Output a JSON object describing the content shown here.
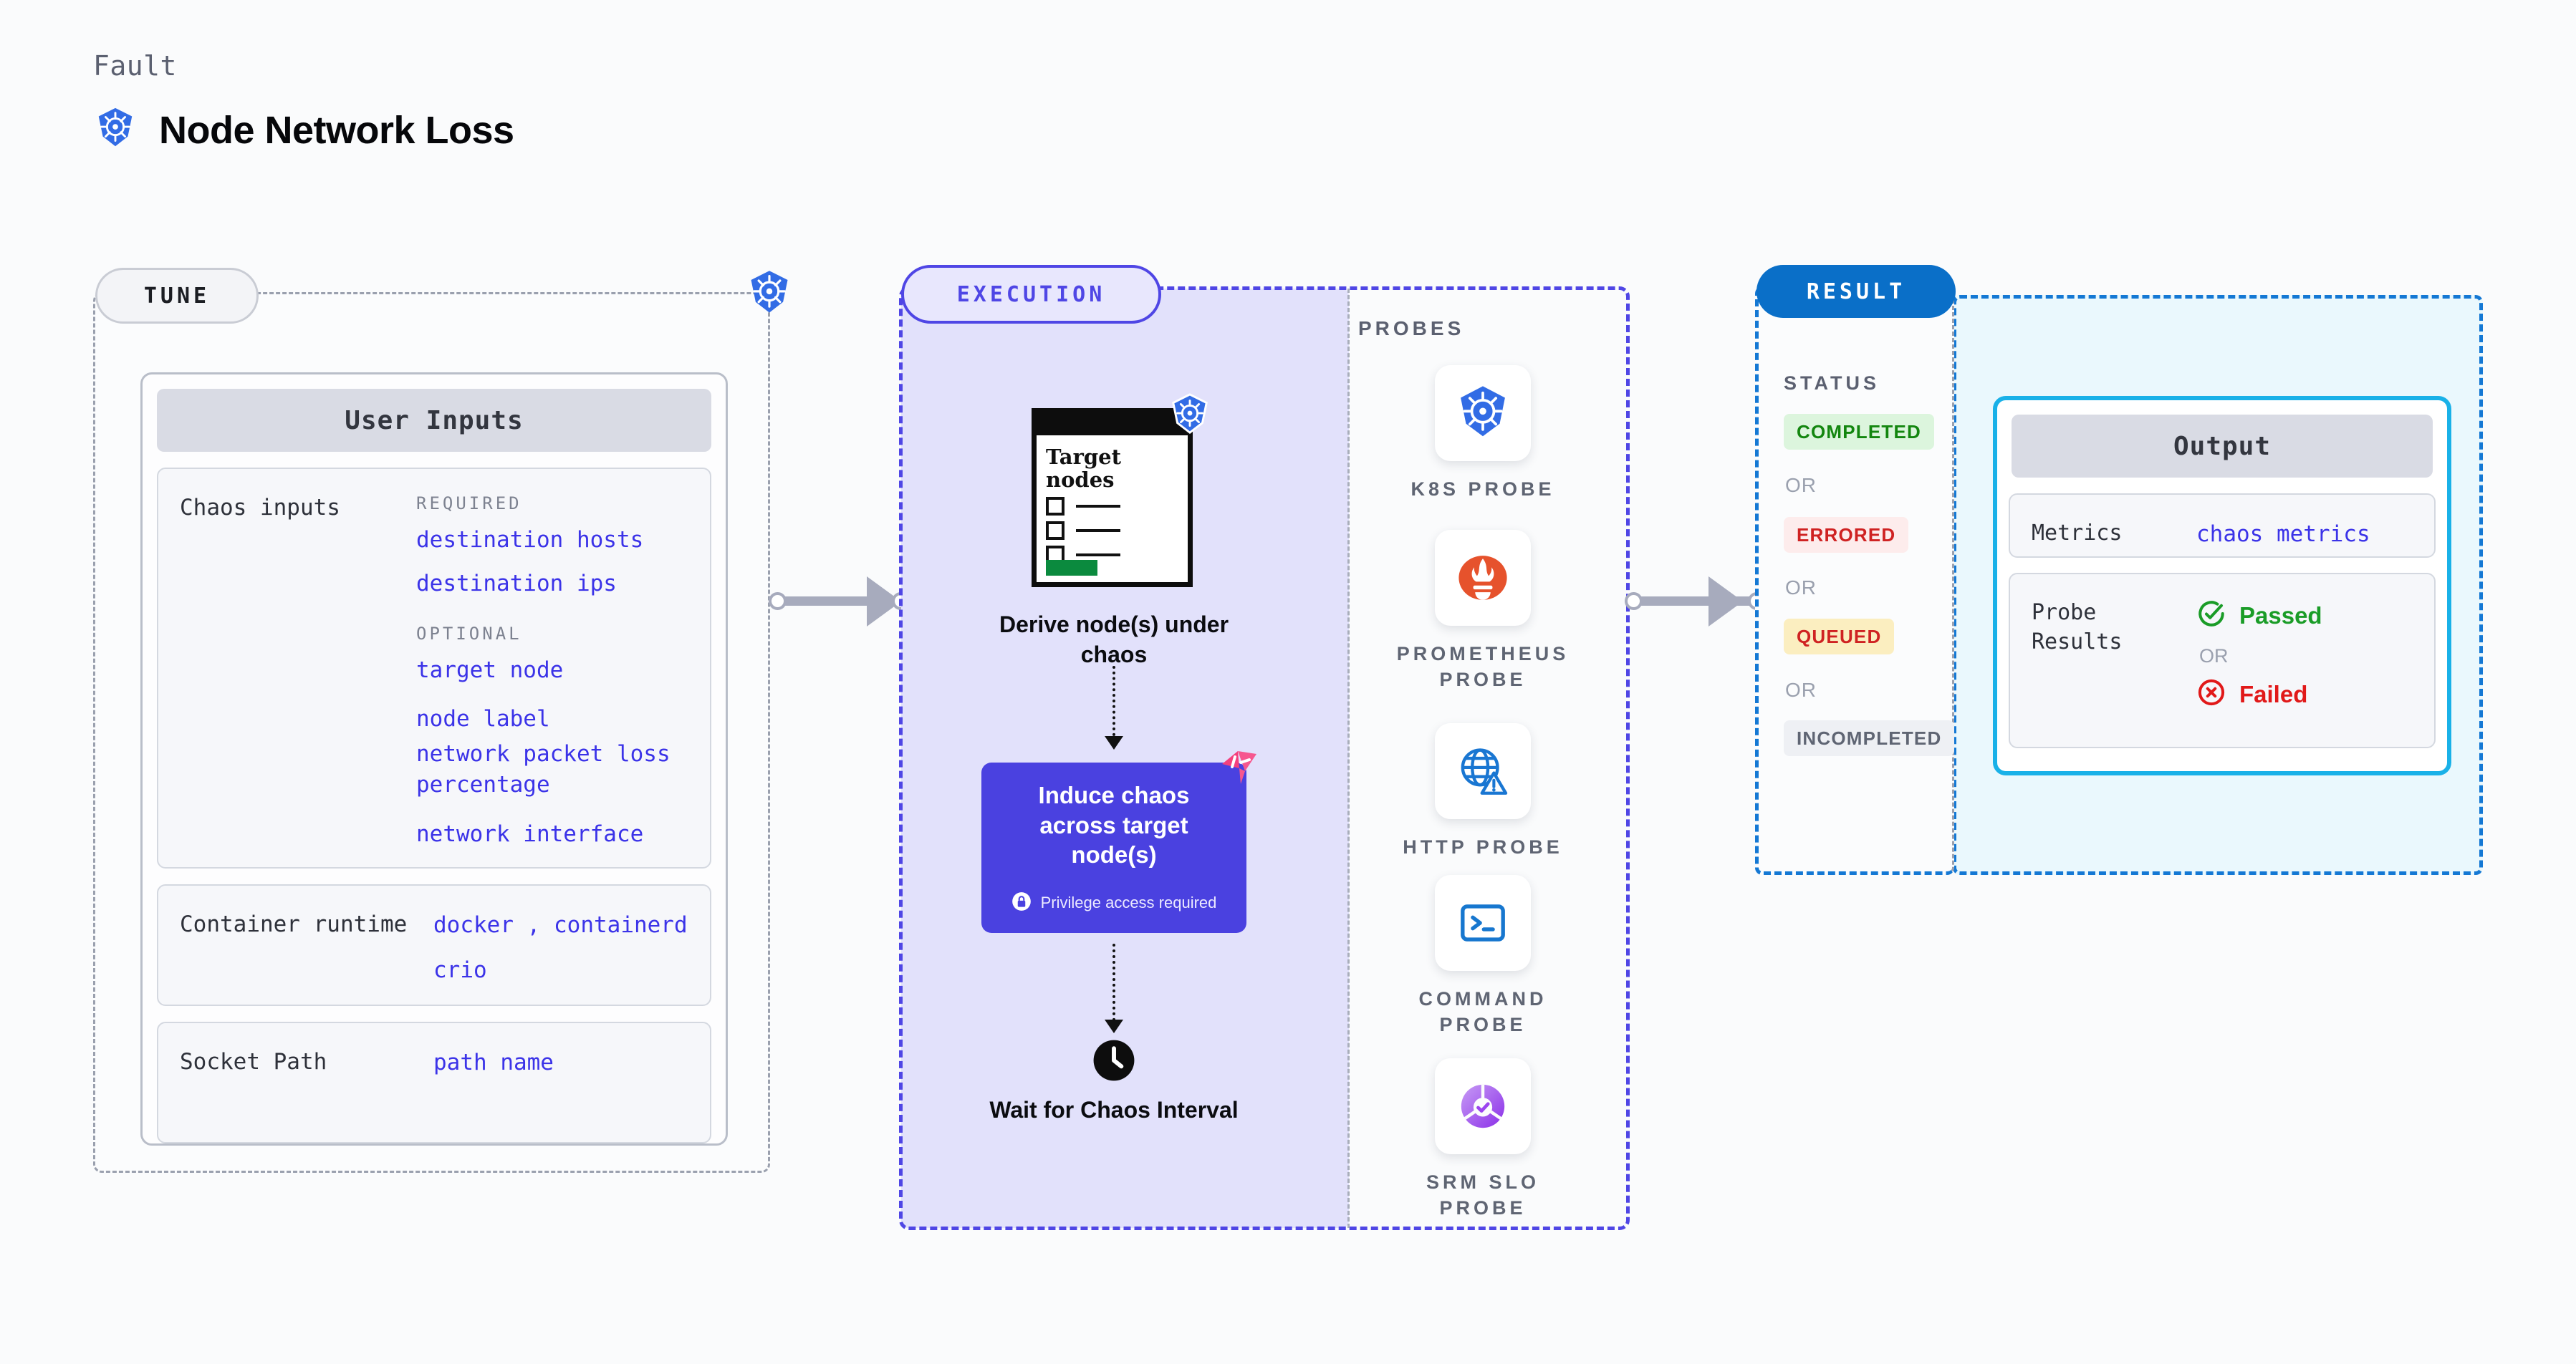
{
  "header": {
    "kicker": "Fault",
    "title": "Node Network Loss",
    "logo": "kubernetes-icon"
  },
  "tune": {
    "pill_label": "TUNE",
    "badge_icon": "kubernetes-icon",
    "card_title": "User Inputs",
    "rows": [
      {
        "label": "Chaos inputs",
        "groups": [
          {
            "tag": "REQUIRED",
            "values": [
              "destination hosts",
              "destination ips"
            ]
          },
          {
            "tag": "OPTIONAL",
            "values": [
              "target node",
              "node label",
              "network packet loss percentage",
              "network interface"
            ]
          }
        ]
      },
      {
        "label": "Container runtime",
        "values_line1": "docker",
        "values_sep": ",",
        "values_line1b": "containerd",
        "values_line2": "crio"
      },
      {
        "label": "Socket Path",
        "values": [
          "path name"
        ]
      }
    ]
  },
  "execution": {
    "pill_label": "EXECUTION",
    "node_card": {
      "title": "Target nodes",
      "badge_icon": "kubernetes-icon",
      "checkbox_count": 3
    },
    "derive_label": "Derive node(s) under chaos",
    "chaos_box": {
      "text": "Induce chaos across target node(s)",
      "privilege_note": "Privilege access required",
      "lock_icon": "lock-icon",
      "corner_logo": "litmus-chaos-icon",
      "color": "#4a41e0"
    },
    "wait": {
      "icon": "clock-icon",
      "label": "Wait for Chaos Interval"
    },
    "probes_heading": "PROBES",
    "probes": [
      {
        "name": "K8S PROBE",
        "icon": "kubernetes-icon"
      },
      {
        "name": "PROMETHEUS PROBE",
        "icon": "prometheus-icon"
      },
      {
        "name": "HTTP PROBE",
        "icon": "globe-warning-icon"
      },
      {
        "name": "COMMAND PROBE",
        "icon": "terminal-icon"
      },
      {
        "name": "SRM SLO PROBE",
        "icon": "srm-slo-donut-icon"
      }
    ]
  },
  "result": {
    "pill_label": "RESULT",
    "status_heading": "STATUS",
    "or_label": "OR",
    "statuses": [
      {
        "label": "COMPLETED",
        "bg": "#dcf5dd",
        "fg": "#13860f"
      },
      {
        "label": "ERRORED",
        "bg": "#fdecec",
        "fg": "#cf2222"
      },
      {
        "label": "QUEUED",
        "bg": "#fbeec0",
        "fg": "#cf2222"
      },
      {
        "label": "INCOMPLETED",
        "bg": "#eef0f4",
        "fg": "#5f6573"
      }
    ],
    "output": {
      "card_title": "Output",
      "metrics_label": "Metrics",
      "metrics_value": "chaos metrics",
      "probe_results_label": "Probe Results",
      "passed_label": "Passed",
      "passed_icon": "check-circle-icon",
      "passed_color": "#1a9c27",
      "or_label": "OR",
      "failed_label": "Failed",
      "failed_icon": "x-circle-icon",
      "failed_color": "#e11919"
    }
  },
  "connectors": [
    {
      "name": "tune-to-execution"
    },
    {
      "name": "execution-to-result"
    }
  ]
}
